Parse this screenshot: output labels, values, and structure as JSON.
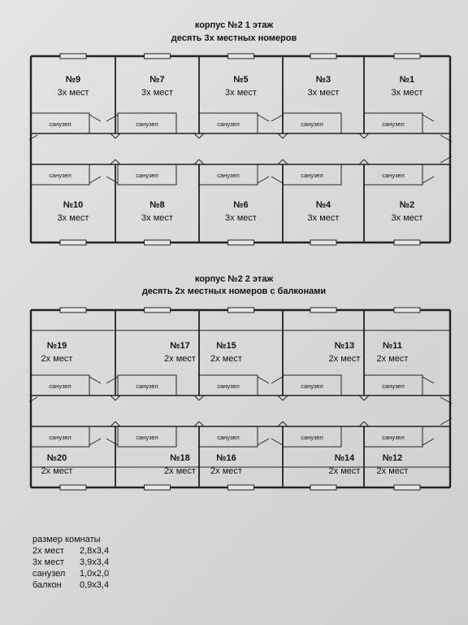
{
  "floor1": {
    "title_line1": "корпус №2   1 этаж",
    "title_line2": "десять 3х местных номеров",
    "top_rooms": [
      {
        "number": "№9",
        "capacity": "3х мест"
      },
      {
        "number": "№7",
        "capacity": "3х мест"
      },
      {
        "number": "№5",
        "capacity": "3х мест"
      },
      {
        "number": "№3",
        "capacity": "3х мест"
      },
      {
        "number": "№1",
        "capacity": "3х мест"
      }
    ],
    "bottom_rooms": [
      {
        "number": "№10",
        "capacity": "3х мест"
      },
      {
        "number": "№8",
        "capacity": "3х мест"
      },
      {
        "number": "№6",
        "capacity": "3х мест"
      },
      {
        "number": "№4",
        "capacity": "3х мест"
      },
      {
        "number": "№2",
        "capacity": "3х мест"
      }
    ]
  },
  "floor2": {
    "title_line1": "корпус №2   2 этаж",
    "title_line2": "десять 2х местных номеров с балконами",
    "top_rooms": [
      {
        "number": "№19",
        "capacity": "2х мест"
      },
      {
        "number": "№17",
        "capacity": "2х мест"
      },
      {
        "number": "№15",
        "capacity": "2х мест"
      },
      {
        "number": "№13",
        "capacity": "2х мест"
      },
      {
        "number": "№11",
        "capacity": "2х мест"
      }
    ],
    "bottom_rooms": [
      {
        "number": "№20",
        "capacity": "2х мест"
      },
      {
        "number": "№18",
        "capacity": "2х мест"
      },
      {
        "number": "№16",
        "capacity": "2х мест"
      },
      {
        "number": "№14",
        "capacity": "2х мест"
      },
      {
        "number": "№12",
        "capacity": "2х мест"
      }
    ]
  },
  "bathroom_label": "санузел",
  "legend": {
    "title": "размер комнаты",
    "items": [
      {
        "label": "2х мест",
        "value": "2,8х3,4"
      },
      {
        "label": "3х мест",
        "value": "3,9х3,4"
      },
      {
        "label": "санузел",
        "value": "1,0х2,0"
      },
      {
        "label": "балкон",
        "value": "0,9х3,4"
      }
    ]
  }
}
